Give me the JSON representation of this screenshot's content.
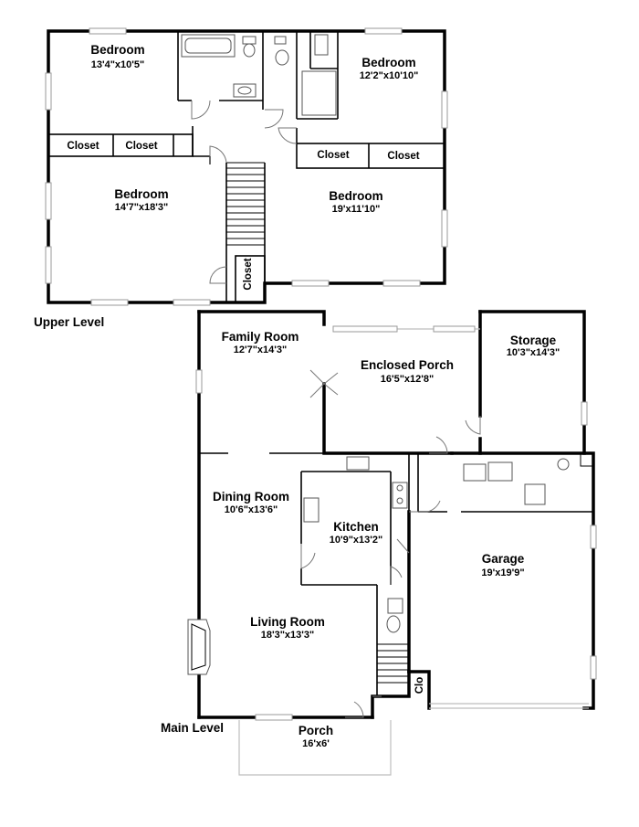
{
  "levels": {
    "upper": "Upper Level",
    "main": "Main Level"
  },
  "upper_rooms": [
    {
      "name": "Bedroom",
      "dims": "13'4\"x10'5\""
    },
    {
      "name": "Bedroom",
      "dims": "12'2\"x10'10\""
    },
    {
      "name": "Bedroom",
      "dims": "14'7\"x18'3\""
    },
    {
      "name": "Bedroom",
      "dims": "19'x11'10\""
    }
  ],
  "upper_closets": [
    "Closet",
    "Closet",
    "Closet",
    "Closet",
    "Closet"
  ],
  "main_rooms": [
    {
      "name": "Family Room",
      "dims": "12'7\"x14'3\""
    },
    {
      "name": "Enclosed Porch",
      "dims": "16'5\"x12'8\""
    },
    {
      "name": "Storage",
      "dims": "10'3\"x14'3\""
    },
    {
      "name": "Dining Room",
      "dims": "10'6\"x13'6\""
    },
    {
      "name": "Kitchen",
      "dims": "10'9\"x13'2\""
    },
    {
      "name": "Garage",
      "dims": "19'x19'9\""
    },
    {
      "name": "Living Room",
      "dims": "18'3\"x13'3\""
    },
    {
      "name": "Porch",
      "dims": "16'x6'"
    }
  ],
  "main_closet": "Clo"
}
